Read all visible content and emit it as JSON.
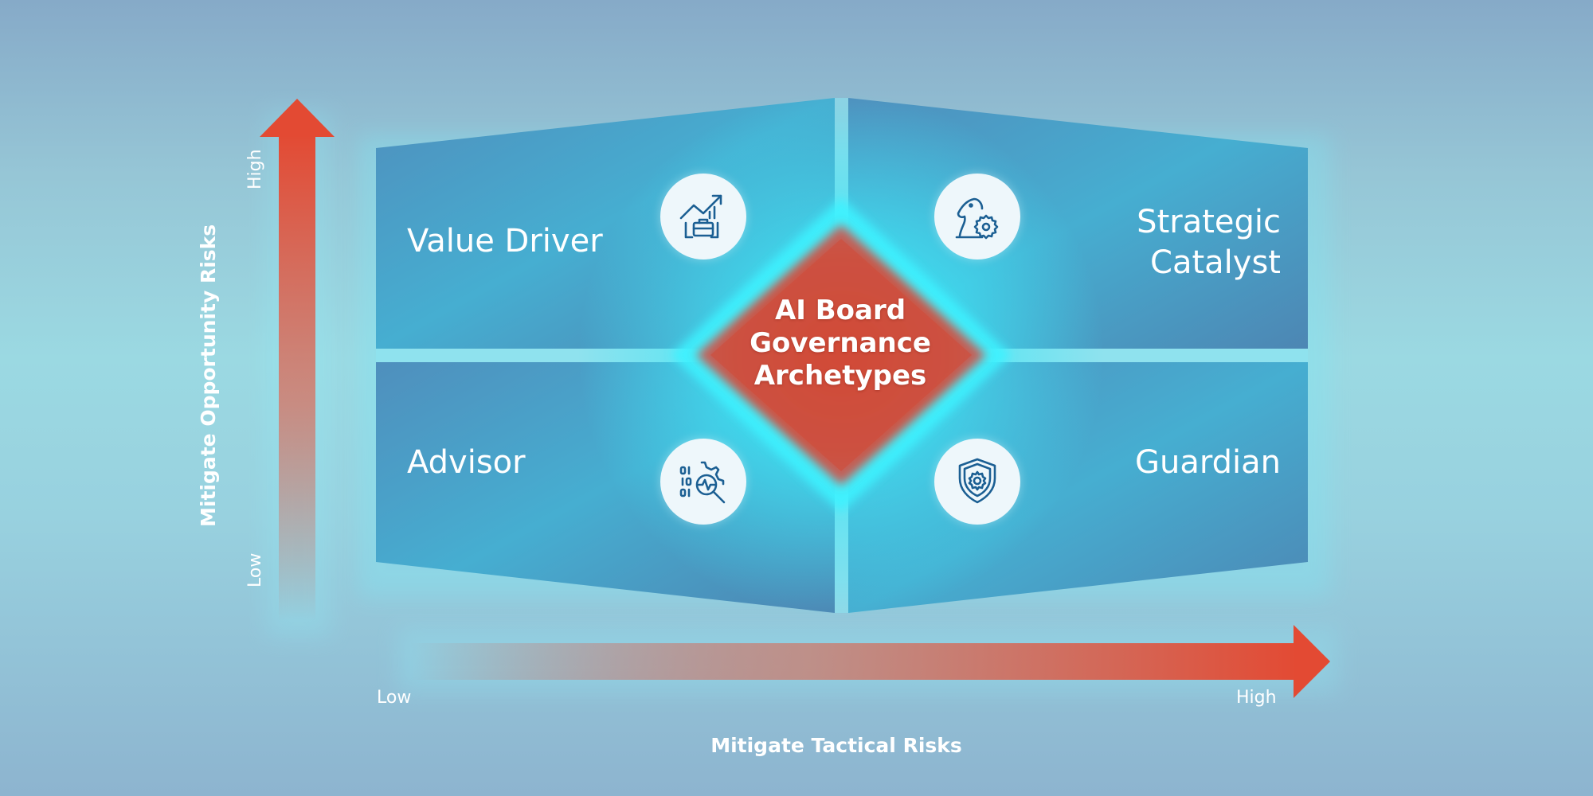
{
  "center": {
    "title_lines": [
      "AI Board",
      "Governance",
      "Archetypes"
    ]
  },
  "quadrants": {
    "top_left": {
      "label": "Value Driver",
      "icon": "growth-chart-briefcase-icon"
    },
    "top_right": {
      "label_lines": [
        "Strategic",
        "Catalyst"
      ],
      "icon": "chess-knight-gear-icon"
    },
    "bottom_left": {
      "label": "Advisor",
      "icon": "gear-data-magnifier-icon"
    },
    "bottom_right": {
      "label": "Guardian",
      "icon": "shield-gear-icon"
    }
  },
  "y_axis": {
    "title": "Mitigate Opportunity Risks",
    "low_label": "Low",
    "high_label": "High"
  },
  "x_axis": {
    "title": "Mitigate Tactical Risks",
    "low_label": "Low",
    "high_label": "High"
  },
  "colors": {
    "quadrant_fill": "#4aa3c8",
    "center_glow": "#3ef2ff",
    "center_diamond": "#d2513e",
    "arrow_red": "#e34a33",
    "icon_stroke": "#1b5f93"
  }
}
